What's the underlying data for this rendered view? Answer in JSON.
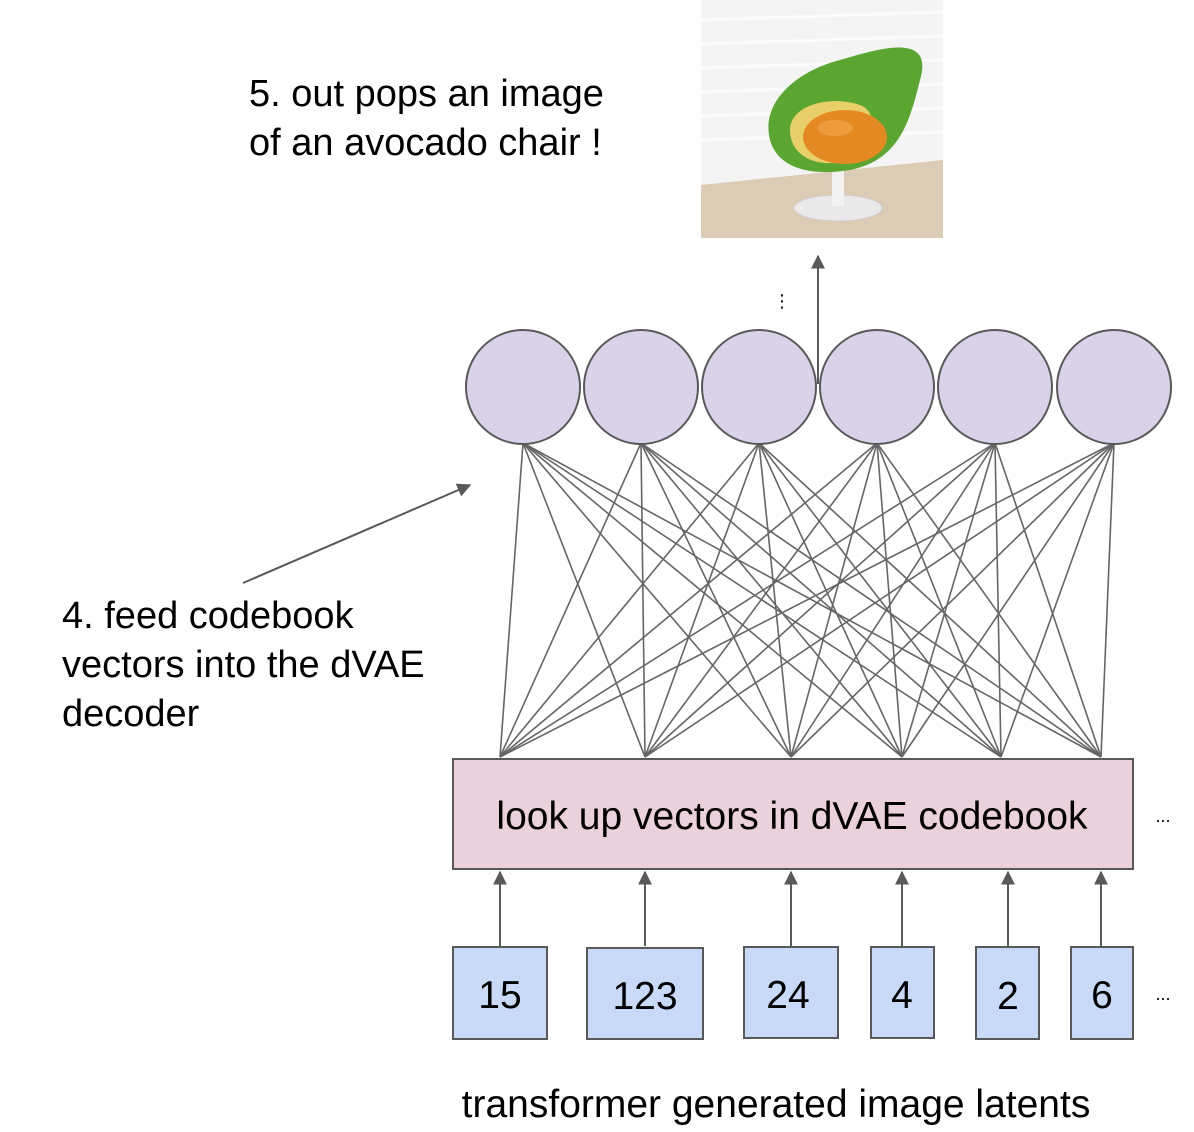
{
  "annotations": {
    "step5": "5. out pops an image\nof an avocado chair !",
    "step4": "4. feed codebook\nvectors into the dVAE\ndecoder"
  },
  "codebook_label": "look up vectors in dVAE codebook",
  "tokens": [
    "15",
    "123",
    "24",
    "4",
    "2",
    "6"
  ],
  "bottom_caption": "transformer generated image latents",
  "ellipses": {
    "vertical": "⋮",
    "codebook_row": "...",
    "token_row": "..."
  },
  "colors": {
    "decoder_node_fill": "#d9d2e9",
    "codebook_fill": "#ead1dc",
    "token_fill": "#c9daf8",
    "stroke": "#595959",
    "line": "#666666"
  },
  "image": {
    "subject": "avocado chair",
    "colors": {
      "shell": "#5aa630",
      "cushion": "#e58a22",
      "base": "#ececec",
      "wall": "#f3f3f3",
      "floor": "#d8c8b3"
    }
  }
}
